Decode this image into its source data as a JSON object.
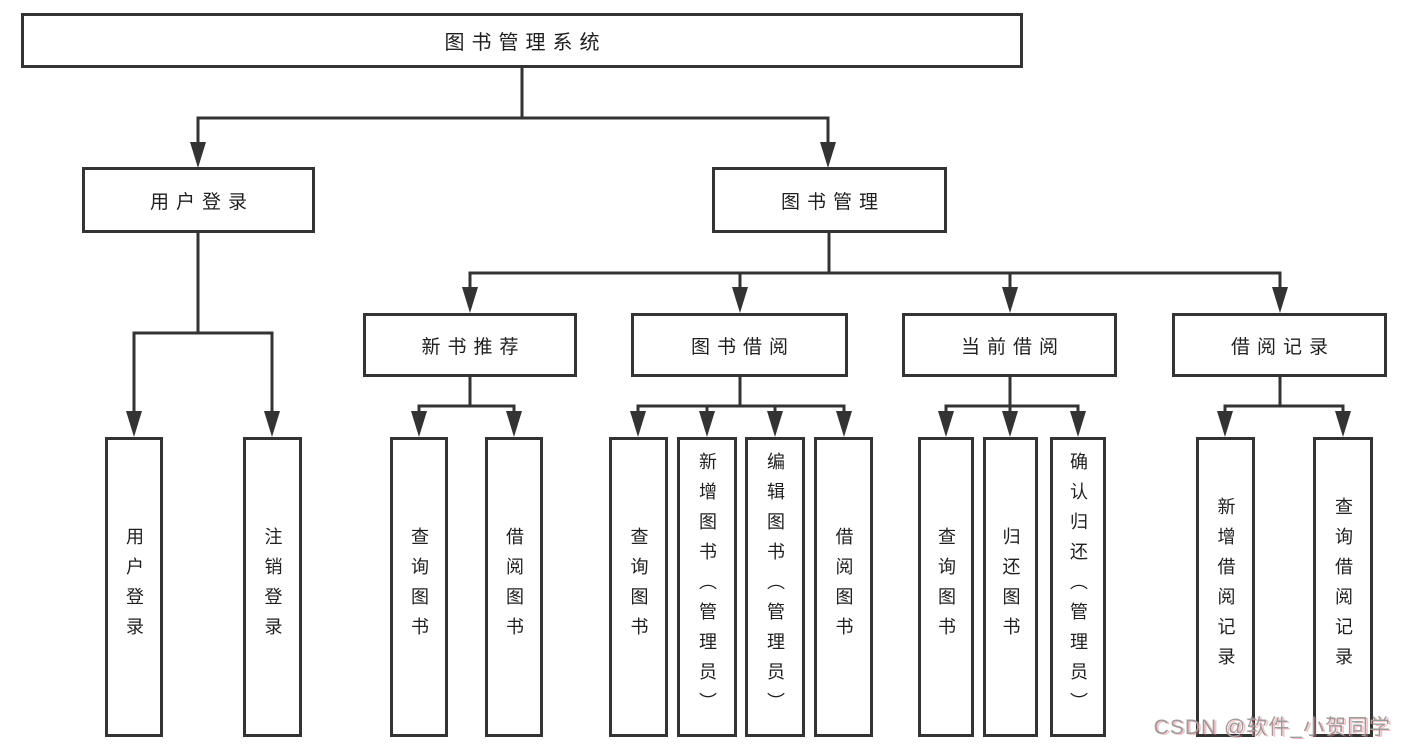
{
  "diagram": {
    "root": {
      "label": "图书管理系统"
    },
    "branches": [
      {
        "label": "用户登录",
        "children": [
          {
            "label": "用户登录"
          },
          {
            "label": "注销登录"
          }
        ]
      },
      {
        "label": "图书管理",
        "children": [
          {
            "label": "新书推荐",
            "children": [
              {
                "label": "查询图书"
              },
              {
                "label": "借阅图书"
              }
            ]
          },
          {
            "label": "图书借阅",
            "children": [
              {
                "label": "查询图书"
              },
              {
                "label": "新增图书（管理员）"
              },
              {
                "label": "编辑图书（管理员）"
              },
              {
                "label": "借阅图书"
              }
            ]
          },
          {
            "label": "当前借阅",
            "children": [
              {
                "label": "查询图书"
              },
              {
                "label": "归还图书"
              },
              {
                "label": "确认归还（管理员）"
              }
            ]
          },
          {
            "label": "借阅记录",
            "children": [
              {
                "label": "新增借阅记录"
              },
              {
                "label": "查询借阅记录"
              }
            ]
          }
        ]
      }
    ]
  },
  "watermark": {
    "text": "CSDN @软件_小贺同学"
  },
  "colors": {
    "line": "#333333",
    "box_border": "#333333",
    "text": "#1f1f1f",
    "background": "#ffffff",
    "watermark": "#9c9c9c",
    "watermark_shadow": "#f07882"
  }
}
